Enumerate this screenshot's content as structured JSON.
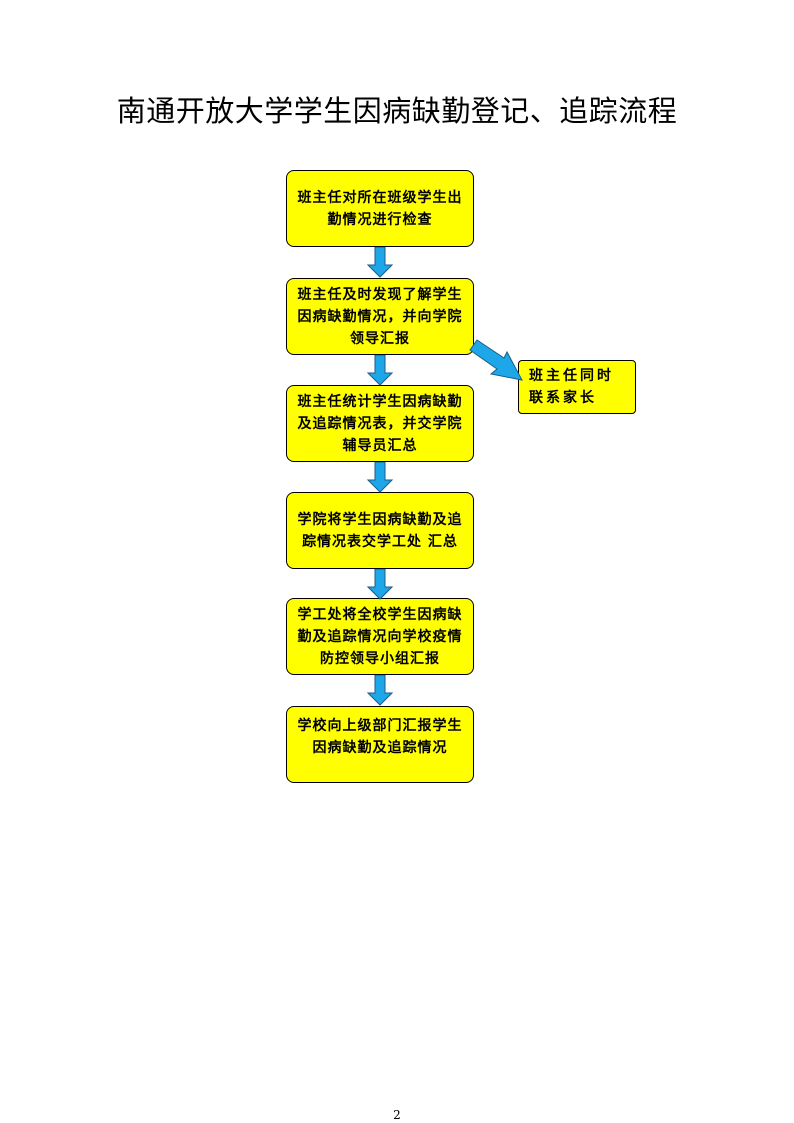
{
  "title": "南通开放大学学生因病缺勤登记、追踪流程",
  "steps": [
    {
      "label": "班主任对所在班级学生出勤情况进行检查"
    },
    {
      "label": "班主任及时发现了解学生因病缺勤情况，并向学院领导汇报"
    },
    {
      "label": "班主任统计学生因病缺勤及追踪情况表，并交学院辅导员汇总"
    },
    {
      "label": "学院将学生因病缺勤及追踪情况表交学工处 汇总"
    },
    {
      "label": "学工处将全校学生因病缺勤及追踪情况向学校疫情防控领导小组汇报"
    },
    {
      "label": "学校向上级部门汇报学生因病缺勤及追踪情况"
    }
  ],
  "side_step": {
    "label": "班主任同时联系家长"
  },
  "page_number": "2",
  "colors": {
    "box_fill": "#ffff00",
    "arrow_fill": "#1ea7e8",
    "border": "#000000"
  }
}
